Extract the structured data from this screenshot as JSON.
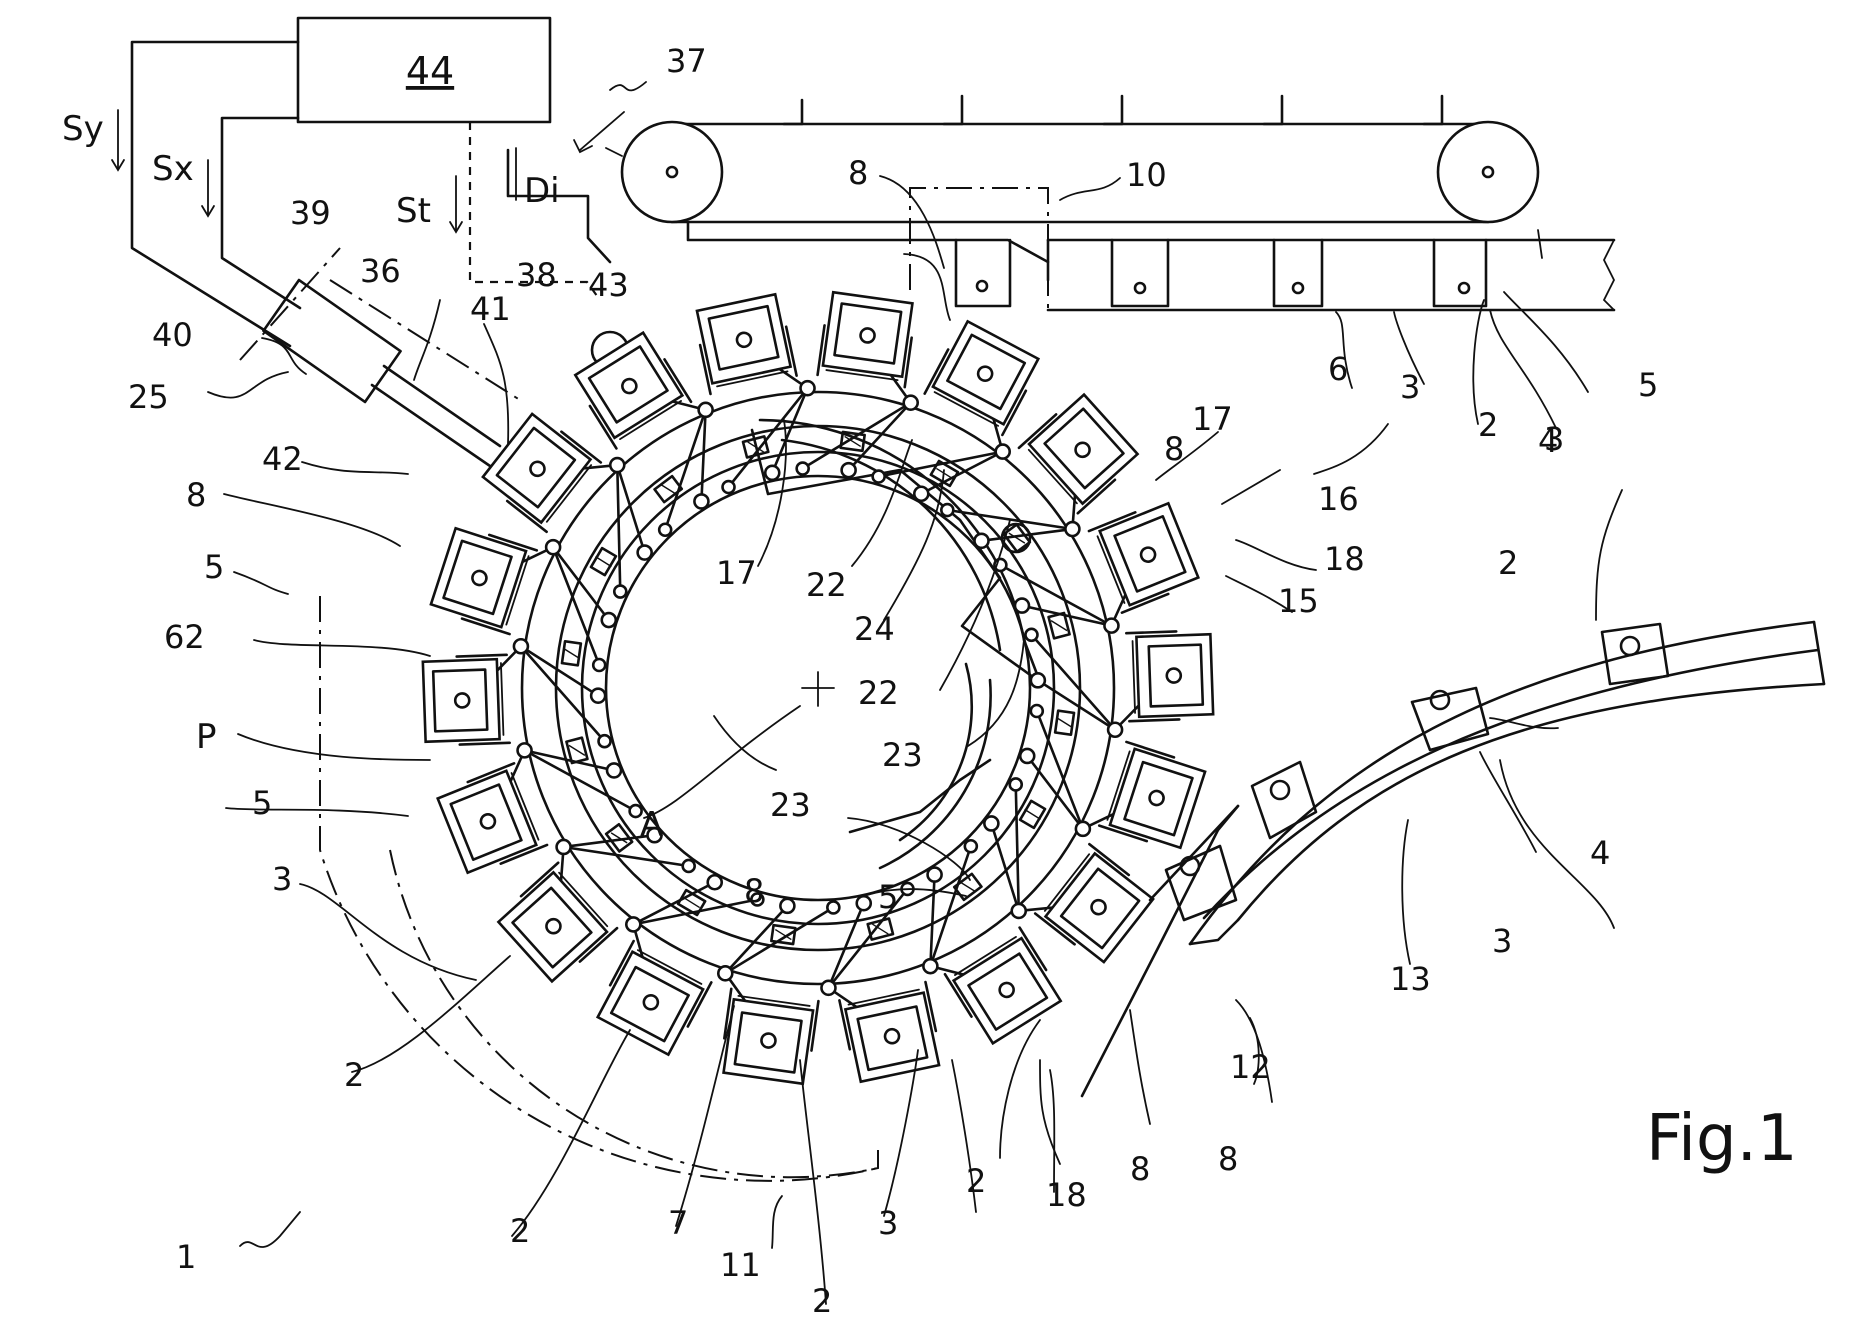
{
  "figure": {
    "caption": "Fig.1",
    "control_unit": "44",
    "signals": {
      "sy": "Sy",
      "sx": "Sx",
      "st": "St",
      "di": "Di"
    },
    "center_label": "A",
    "path_label": "P"
  },
  "reference_numerals": [
    "1",
    "2",
    "2",
    "2",
    "2",
    "2",
    "2",
    "3",
    "3",
    "3",
    "3",
    "3",
    "4",
    "4",
    "5",
    "5",
    "5",
    "5",
    "6",
    "7",
    "8",
    "8",
    "8",
    "8",
    "8",
    "8",
    "10",
    "11",
    "12",
    "13",
    "15",
    "16",
    "17",
    "17",
    "18",
    "18",
    "22",
    "22",
    "23",
    "23",
    "24",
    "25",
    "36",
    "37",
    "38",
    "39",
    "40",
    "41",
    "42",
    "43",
    "62"
  ]
}
